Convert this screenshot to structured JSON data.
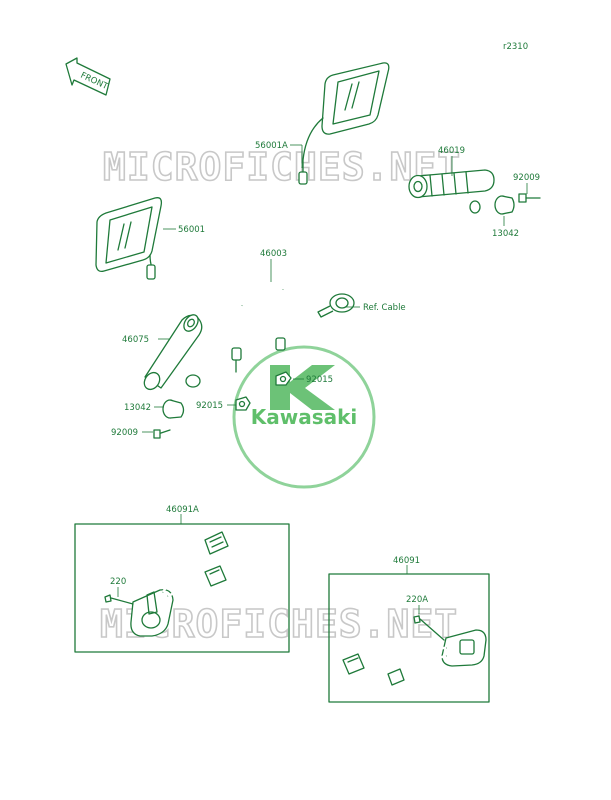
{
  "ref_code": "r2310",
  "front_label": "FRONT",
  "watermark_text": "MICROFICHES.NET",
  "brand_text": "Kawasaki",
  "colors": {
    "ink": "#1f7a3a",
    "watermark": "#c8c8c8",
    "logo": "#5fbf6a"
  },
  "parts": [
    {
      "id": "56001A",
      "label": "56001A"
    },
    {
      "id": "46019",
      "label": "46019"
    },
    {
      "id": "92009-right",
      "label": "92009"
    },
    {
      "id": "13042-right",
      "label": "13042"
    },
    {
      "id": "56001",
      "label": "56001"
    },
    {
      "id": "46003",
      "label": "46003"
    },
    {
      "id": "ref-cable",
      "label": "Ref. Cable"
    },
    {
      "id": "46075",
      "label": "46075"
    },
    {
      "id": "92015-right",
      "label": "92015"
    },
    {
      "id": "92015-left",
      "label": "92015"
    },
    {
      "id": "13042-left",
      "label": "13042"
    },
    {
      "id": "92009-left",
      "label": "92009"
    },
    {
      "id": "46091A",
      "label": "46091A"
    },
    {
      "id": "220",
      "label": "220"
    },
    {
      "id": "46091",
      "label": "46091"
    },
    {
      "id": "220A",
      "label": "220A"
    }
  ]
}
